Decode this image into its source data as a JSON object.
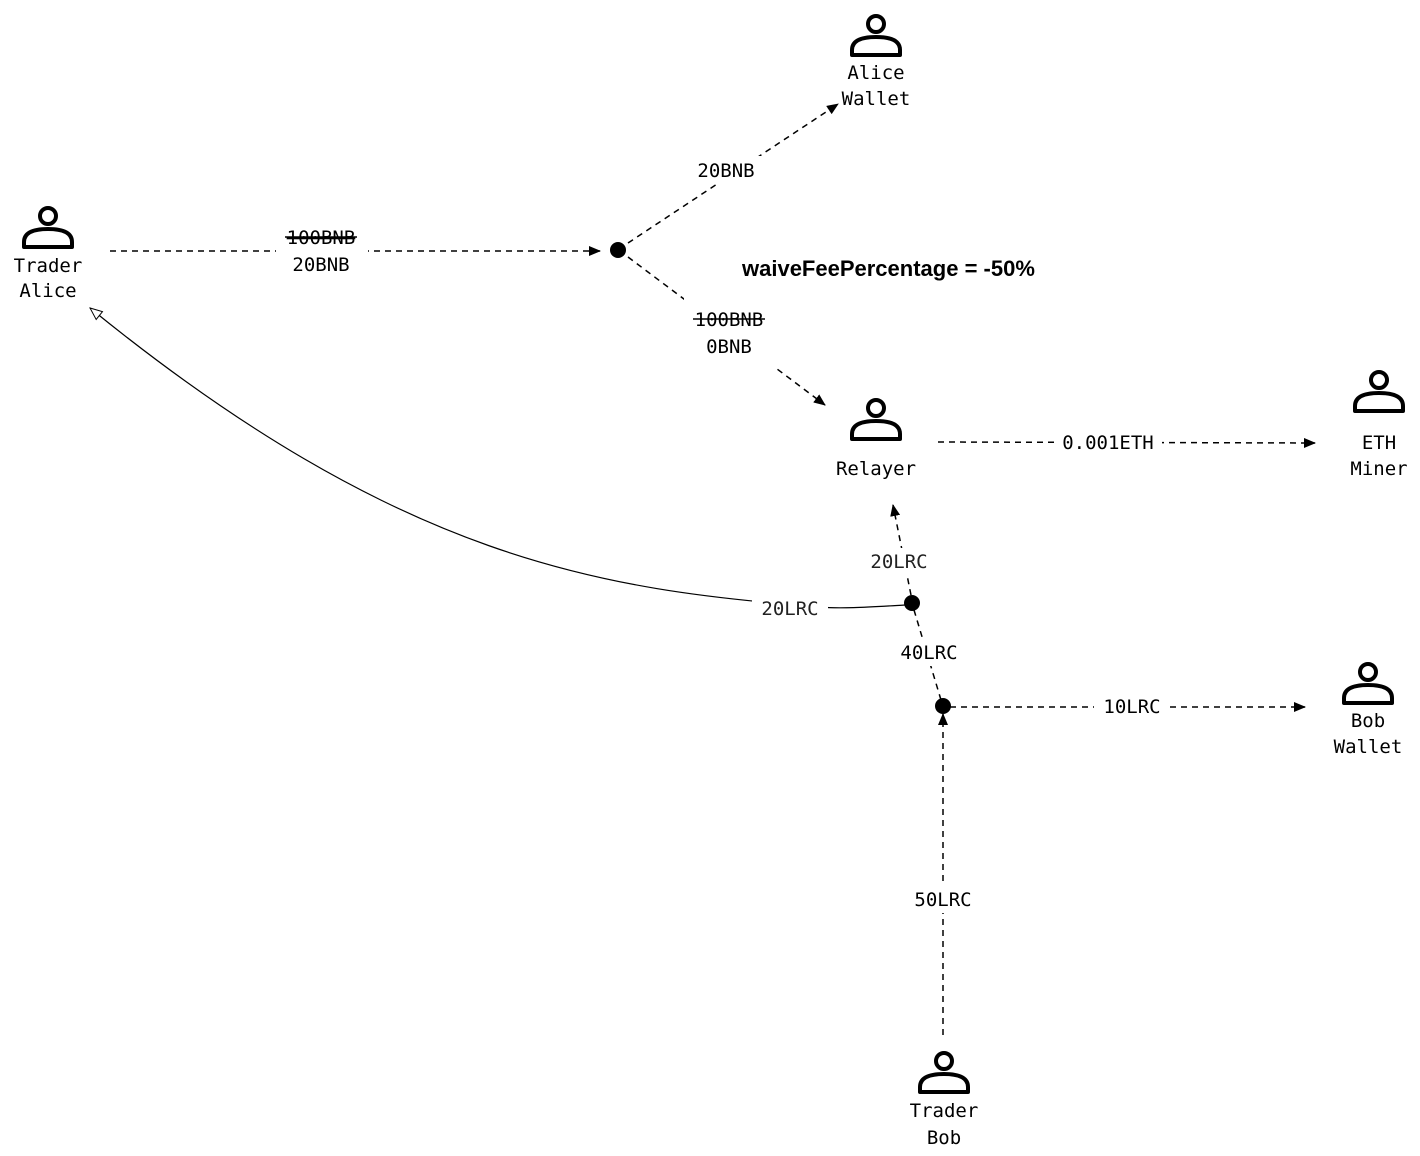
{
  "nodes": {
    "trader_alice": {
      "line1": "Trader",
      "line2": "Alice"
    },
    "alice_wallet": {
      "line1": "Alice",
      "line2": "Wallet"
    },
    "relayer": {
      "line1": "Relayer"
    },
    "eth_miner": {
      "line1": "ETH",
      "line2": "Miner"
    },
    "bob_wallet": {
      "line1": "Bob",
      "line2": "Wallet"
    },
    "trader_bob": {
      "line1": "Trader",
      "line2": "Bob"
    }
  },
  "edges": {
    "alice_to_split": {
      "old": "100BNB",
      "new": "20BNB"
    },
    "split_to_alice_wallet": {
      "label": "20BNB"
    },
    "split_to_relayer": {
      "old": "100BNB",
      "new": "0BNB"
    },
    "relayer_to_miner": {
      "label": "0.001ETH"
    },
    "lrc_to_relayer": {
      "label": "20LRC"
    },
    "lrc_to_alice": {
      "label": "20LRC"
    },
    "lrc_split": {
      "label": "40LRC"
    },
    "lrc_to_bob_wallet": {
      "label": "10LRC"
    },
    "bob_to_split": {
      "label": "50LRC"
    }
  },
  "note": "waiveFeePercentage = -50%"
}
